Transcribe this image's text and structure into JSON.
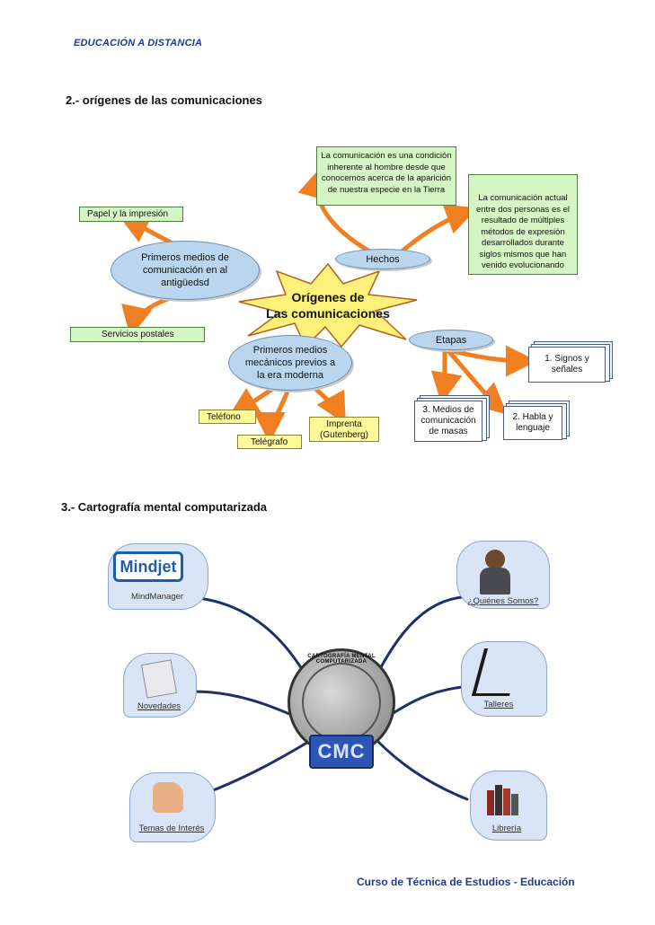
{
  "header": {
    "title": "EDUCACIÓN A DISTANCIA"
  },
  "section2": {
    "heading": "2.- orígenes de las comunicaciones",
    "center": {
      "line1": "Orígenes de",
      "line2": "Las comunicaciones"
    },
    "nodes": {
      "primeros_medios": "Primeros medios de comunicación en al antigüedsd",
      "hechos": "Hechos",
      "etapas": "Etapas",
      "mecanicos": "Primeros medios mecánicos previos a la era moderna"
    },
    "flags": {
      "papel": "Papel y la impresión",
      "servicios": "Servicios postales",
      "telefono": "Teléfono",
      "telegrafo": "Telégrafo",
      "imprenta_line1": "Imprenta",
      "imprenta_line2": "(Gutenberg)"
    },
    "notes": {
      "condicion": "La comunicación es una condición inherente al hombre desde que conocemos acerca de la aparición de nuestra especie en la Tierra",
      "actual": "La comunicación actual entre dos personas es el resultado de múltiples métodos de expresión desarrollados durante siglos mismos que han venido evolucionando"
    },
    "etapas": {
      "e1": "1. Signos y señales",
      "e2": "2. Habla y lenguaje",
      "e3": "3. Medios de comunicación de masas"
    }
  },
  "section3": {
    "heading": "3.- Cartografía mental computarizada",
    "logo": {
      "brand": "Mindjet",
      "label": "MindManager"
    },
    "center": {
      "ring": "CARTOGRAFÍA MENTAL COMPUTARIZADA",
      "acronym": "CMC"
    },
    "branches": {
      "novedades": "Novedades",
      "temas": "Temas de Interés",
      "quienes": "¿Quiénes Somos?",
      "talleres": "Talleres",
      "libreria": "Librería"
    }
  },
  "footer": {
    "text": "Curso de Técnica de Estudios - Educación"
  },
  "colors": {
    "arrow": "#f07f22",
    "node": "#b9d6ee",
    "flag_green": "#d6f5c4",
    "flag_yellow": "#fff99a",
    "star": "#fff27a",
    "heading_blue": "#1f3c8c"
  }
}
